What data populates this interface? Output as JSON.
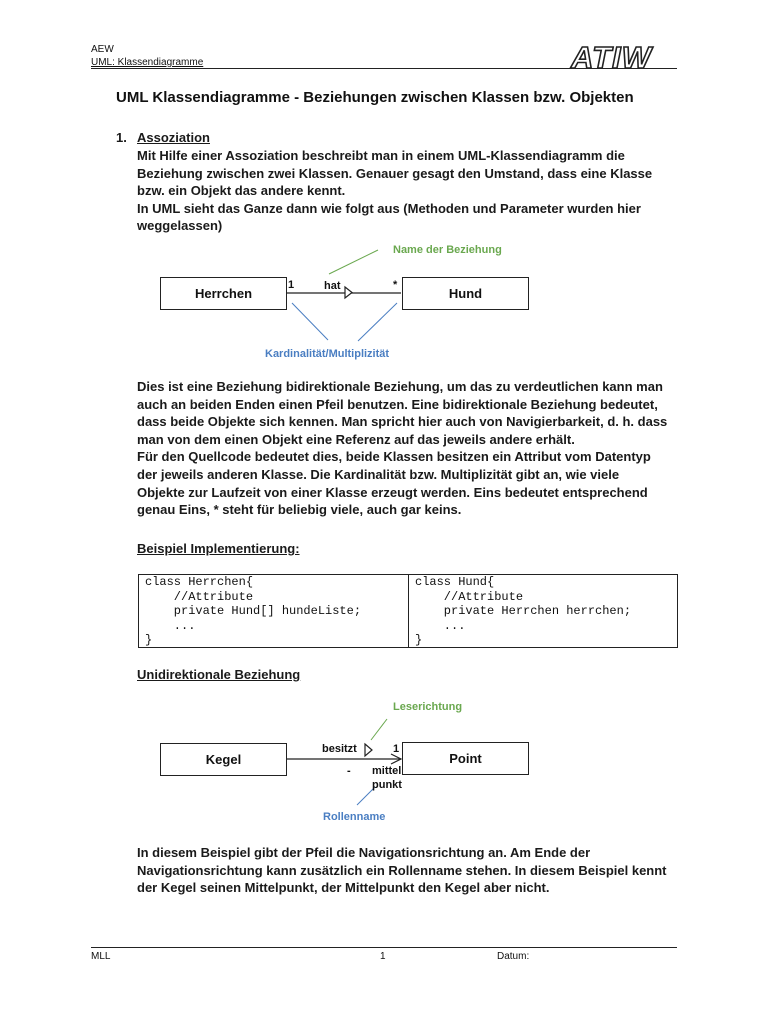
{
  "header": {
    "line1": "AEW",
    "line2": "UML: Klassendiagramme",
    "logo_text": "ATIW"
  },
  "title": "UML Klassendiagramme - Beziehungen zwischen Klassen bzw. Objekten",
  "section1": {
    "number": "1.",
    "heading": "Assoziation",
    "intro": [
      "Mit Hilfe einer Assoziation beschreibt man in einem UML-Klassendiagramm die",
      "Beziehung zwischen zwei Klassen. Genauer gesagt den Umstand, dass eine Klasse",
      "bzw. ein Objekt das andere kennt.",
      "In UML sieht das Ganze dann wie folgt aus (Methoden und Parameter wurden hier",
      "weggelassen)"
    ]
  },
  "diagram1": {
    "class_left": "Herrchen",
    "class_right": "Hund",
    "relation_name": "hat",
    "mult_left": "1",
    "mult_right": "*",
    "note_name": "Name der Beziehung",
    "note_mult": "Kardinalität/Multiplizität",
    "colors": {
      "green": "#6aa84f",
      "blue": "#4a7ec2"
    }
  },
  "para2": [
    "Dies ist eine Beziehung bidirektionale Beziehung, um das zu verdeutlichen kann man",
    "auch an beiden Enden einen Pfeil benutzen. Eine bidirektionale Beziehung bedeutet,",
    "dass beide Objekte sich kennen. Man spricht hier auch von Navigierbarkeit, d. h. dass",
    "man von dem einen Objekt eine Referenz auf das jeweils andere erhält.",
    "Für den Quellcode bedeutet dies, beide Klassen besitzen ein Attribut vom Datentyp",
    "der jeweils anderen Klasse. Die Kardinalität bzw. Multiplizität gibt an, wie viele",
    "Objekte zur Laufzeit von einer Klasse erzeugt werden. Eins bedeutet entsprechend",
    "genau Eins, * steht für beliebig viele, auch gar keins."
  ],
  "example_heading": "Beispiel Implementierung:",
  "code": {
    "left": "class Herrchen{\n    //Attribute\n    private Hund[] hundeListe;\n    ...\n}",
    "right": "class Hund{\n    //Attribute\n    private Herrchen herrchen;\n    ...\n}"
  },
  "unidir_heading": "Unidirektionale Beziehung",
  "diagram2": {
    "class_left": "Kegel",
    "class_right": "Point",
    "relation_name": "besitzt",
    "mult_right": "1",
    "role_dash": "-",
    "role_line1": "mittel",
    "role_line2": "punkt",
    "note_direction": "Leserichtung",
    "note_role": "Rollenname"
  },
  "para3": [
    "In diesem Beispiel gibt der Pfeil die Navigationsrichtung an. Am Ende der",
    "Navigationsrichtung kann zusätzlich ein Rollenname stehen. In diesem Beispiel kennt",
    "der Kegel seinen Mittelpunkt, der Mittelpunkt den Kegel aber nicht."
  ],
  "footer": {
    "left": "MLL",
    "page": "1",
    "date_label": "Datum:"
  }
}
